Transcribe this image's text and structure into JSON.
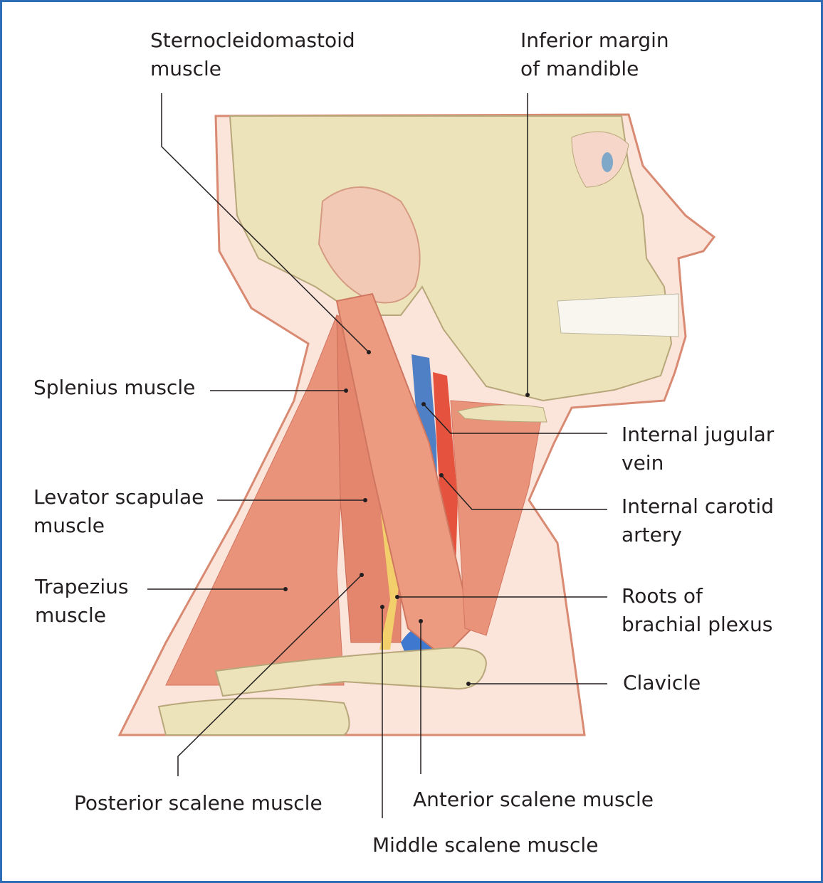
{
  "labels": {
    "sternocleidomastoid": [
      "Sternocleidomastoid",
      "muscle"
    ],
    "inferior_margin": [
      "Inferior margin",
      "of mandible"
    ],
    "splenius": [
      "Splenius muscle"
    ],
    "levator_scapulae": [
      "Levator scapulae",
      "muscle"
    ],
    "trapezius": [
      "Trapezius",
      "muscle"
    ],
    "posterior_scalene": [
      "Posterior scalene muscle"
    ],
    "anterior_scalene": [
      "Anterior scalene muscle"
    ],
    "middle_scalene": [
      "Middle scalene muscle"
    ],
    "internal_jugular": [
      "Internal jugular",
      "vein"
    ],
    "internal_carotid": [
      "Internal carotid",
      "artery"
    ],
    "brachial_plexus": [
      "Roots of",
      "brachial plexus"
    ],
    "clavicle": [
      "Clavicle"
    ]
  },
  "colors": {
    "border": "#2d6db5",
    "skin": "#fbe4da",
    "bone": "#ece2b9",
    "muscle": "#e8937a",
    "vein": "#4f7fc4",
    "artery": "#e5533f",
    "nerve": "#f2cf6b"
  }
}
